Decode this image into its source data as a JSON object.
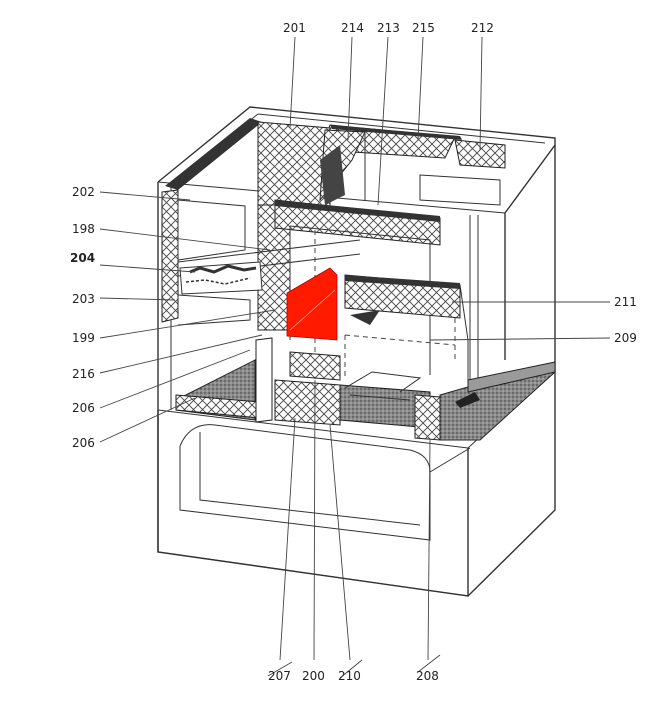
{
  "part_labels_top": [
    "201",
    "214",
    "213",
    "215",
    "212"
  ],
  "part_labels_left": [
    "202",
    "198",
    "204",
    "203",
    "199",
    "216",
    "206",
    "206"
  ],
  "part_labels_right": [
    "211",
    "209"
  ],
  "part_labels_bottom": [
    "207",
    "200",
    "210",
    "208"
  ],
  "highlight_color": "#ff1a00",
  "hatch_color": "#555555"
}
